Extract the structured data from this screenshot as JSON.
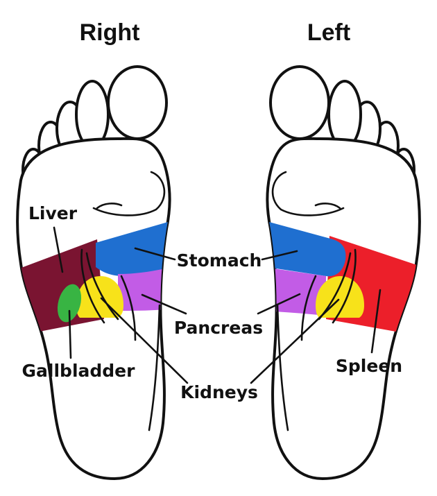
{
  "headings": {
    "right": "Right",
    "left": "Left"
  },
  "labels": {
    "liver": "Liver",
    "stomach": "Stomach",
    "pancreas": "Pancreas",
    "gallbladder": "Gallbladder",
    "kidneys": "Kidneys",
    "spleen": "Spleen"
  },
  "colors": {
    "liver": "#7a1431",
    "stomach": "#1f6fd0",
    "pancreas": "#c25ce6",
    "gallbladder": "#38b443",
    "kidneys": "#f7e21a",
    "spleen": "#ec1f2a"
  }
}
